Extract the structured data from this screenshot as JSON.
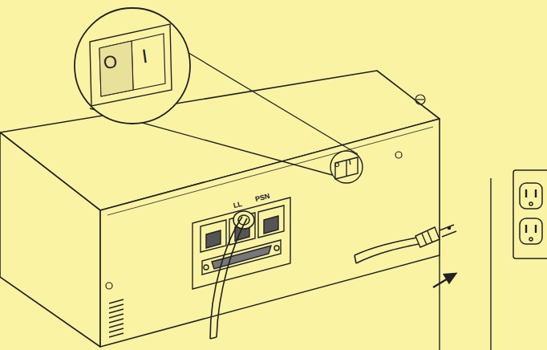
{
  "diagram": {
    "labels": [
      "O",
      "I",
      "O",
      "I",
      "LL",
      "PSN"
    ]
  }
}
